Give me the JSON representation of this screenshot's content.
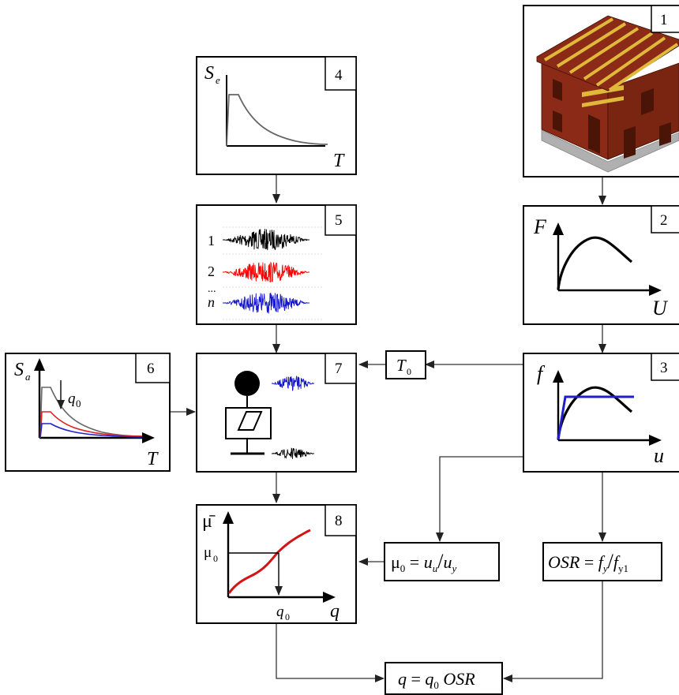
{
  "blocks": {
    "b1": {
      "number": "1"
    },
    "b2": {
      "number": "2",
      "y_label": "F",
      "x_label": "U"
    },
    "b3": {
      "number": "3",
      "y_label": "f",
      "x_label": "u"
    },
    "b4": {
      "number": "4",
      "y_label": "S",
      "y_sub": "e",
      "x_label": "T"
    },
    "b5": {
      "number": "5",
      "rows": [
        "1",
        "2",
        "n"
      ],
      "colors": [
        "#000000",
        "#ff0000",
        "#1515c8"
      ]
    },
    "b6": {
      "number": "6",
      "y_label": "S",
      "y_sub": "a",
      "x_label": "T",
      "marker": "q",
      "marker_sub": "0"
    },
    "b7": {
      "number": "7"
    },
    "b8": {
      "number": "8",
      "y_label": "μ̄",
      "y_mark": "μ",
      "y_mark_sub": "0",
      "x_label": "q",
      "x_mark": "q",
      "x_mark_sub": "0"
    }
  },
  "formulas": {
    "period": {
      "main": "T",
      "sub": "0"
    },
    "ductility": {
      "mu": "μ",
      "mu_sub": "0",
      "eq": " = ",
      "u1": "u",
      "u1_sub": "u",
      "slash": "/",
      "u2": "u",
      "u2_sub": "y"
    },
    "osr": {
      "osr": "OSR",
      "eq": " = ",
      "f1": "f",
      "f1_sub": "y",
      "slash": "/",
      "f2": "f",
      "f2_sub": "y1"
    },
    "final": {
      "q": "q",
      "eq": " = ",
      "q0": "q",
      "q0_sub": "0",
      "osr": " OSR"
    }
  },
  "colors": {
    "masonry": "#8b2a16",
    "timber": "#e0b83a",
    "base": "#a9a9a9",
    "signal_black": "#000000",
    "signal_red": "#ff0000",
    "signal_blue": "#1515c8",
    "bilinear": "#1f1fc8",
    "ida_curve": "#d41414"
  },
  "icons": [
    "building-model-icon",
    "sdof-oscillator-icon"
  ]
}
